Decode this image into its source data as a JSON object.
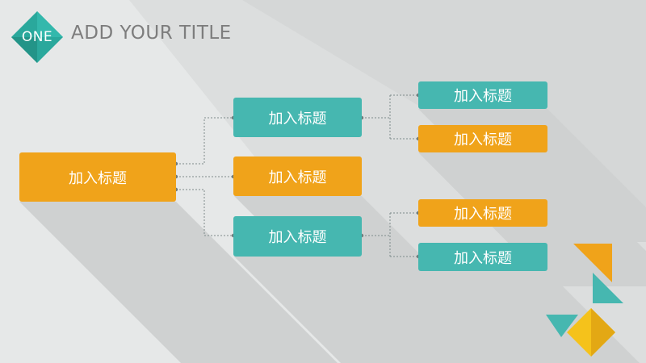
{
  "header": {
    "badge": "ONE",
    "title": "ADD YOUR TITLE"
  },
  "diagram": {
    "root": "加入标题",
    "level2": [
      "加入标题",
      "加入标题",
      "加入标题"
    ],
    "level3_top": [
      "加入标题",
      "加入标题"
    ],
    "level3_bottom": [
      "加入标题",
      "加入标题"
    ]
  },
  "colors": {
    "orange": "#f0a31a",
    "teal": "#46b7b0",
    "background": "#e6e8e8",
    "title_gray": "#7d7d7d",
    "yellow": "#f5c21b"
  }
}
